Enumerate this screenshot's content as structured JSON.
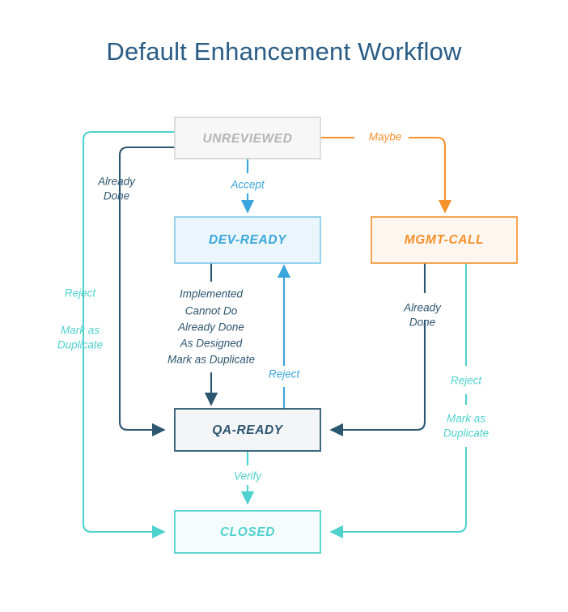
{
  "title": "Default Enhancement Workflow",
  "colors": {
    "title": "#2a5d86",
    "gray_border": "#cfcfcf",
    "gray_fill": "#f7f7f7",
    "gray_text": "#b5b5b5",
    "blue_border": "#7ec8e8",
    "blue_fill": "#eaf6fc",
    "blue_text": "#3aa6dd",
    "orange_border": "#f5902b",
    "orange_fill": "#fef6ef",
    "orange_text": "#f5902b",
    "navy_border": "#2d5671",
    "navy_fill": "#f4f5f6",
    "navy_text": "#2d5671",
    "cyan_border": "#4fd1ce",
    "cyan_fill": "#f4fcfc",
    "cyan_text": "#4fd1ce"
  },
  "nodes": [
    {
      "id": "unreviewed",
      "label": "UNREVIEWED",
      "style": "gray"
    },
    {
      "id": "dev_ready",
      "label": "DEV-READY",
      "style": "blue"
    },
    {
      "id": "mgmt_call",
      "label": "MGMT-CALL",
      "style": "orange"
    },
    {
      "id": "qa_ready",
      "label": "QA-READY",
      "style": "navy"
    },
    {
      "id": "closed",
      "label": "CLOSED",
      "style": "cyan"
    }
  ],
  "edges": [
    {
      "id": "unreviewed-to-dev-ready",
      "from": "unreviewed",
      "to": "dev_ready",
      "color": "blue",
      "labels": [
        "Accept"
      ]
    },
    {
      "id": "unreviewed-to-mgmt-call",
      "from": "unreviewed",
      "to": "mgmt_call",
      "color": "orange",
      "labels": [
        "Maybe"
      ]
    },
    {
      "id": "unreviewed-to-qa-ready",
      "from": "unreviewed",
      "to": "qa_ready",
      "color": "navy",
      "labels": [
        "Already",
        "Done"
      ]
    },
    {
      "id": "unreviewed-to-closed",
      "from": "unreviewed",
      "to": "closed",
      "color": "cyan",
      "labels": [
        "Reject",
        "Mark as",
        "Duplicate"
      ]
    },
    {
      "id": "dev-ready-to-qa-ready",
      "from": "dev_ready",
      "to": "qa_ready",
      "color": "navy",
      "labels": [
        "Implemented",
        "Cannot Do",
        "Already Done",
        "As Designed",
        "Mark as Duplicate"
      ]
    },
    {
      "id": "qa-ready-to-dev-ready",
      "from": "qa_ready",
      "to": "dev_ready",
      "color": "blue",
      "labels": [
        "Reject"
      ]
    },
    {
      "id": "qa-ready-to-closed",
      "from": "qa_ready",
      "to": "closed",
      "color": "cyan",
      "labels": [
        "Verify"
      ]
    },
    {
      "id": "mgmt-call-to-qa-ready",
      "from": "mgmt_call",
      "to": "qa_ready",
      "color": "navy",
      "labels": [
        "Already",
        "Done"
      ]
    },
    {
      "id": "mgmt-call-to-closed",
      "from": "mgmt_call",
      "to": "closed",
      "color": "cyan",
      "labels": [
        "Reject",
        "Mark as",
        "Duplicate"
      ]
    }
  ],
  "labels": {
    "accept": "Accept",
    "maybe": "Maybe",
    "verify": "Verify",
    "reject": "Reject",
    "already": "Already",
    "done": "Done",
    "already_done": "Already Done",
    "mark_as": "Mark as",
    "duplicate": "Duplicate",
    "mark_as_duplicate": "Mark as Duplicate",
    "implemented": "Implemented",
    "cannot_do": "Cannot Do",
    "as_designed": "As Designed"
  }
}
